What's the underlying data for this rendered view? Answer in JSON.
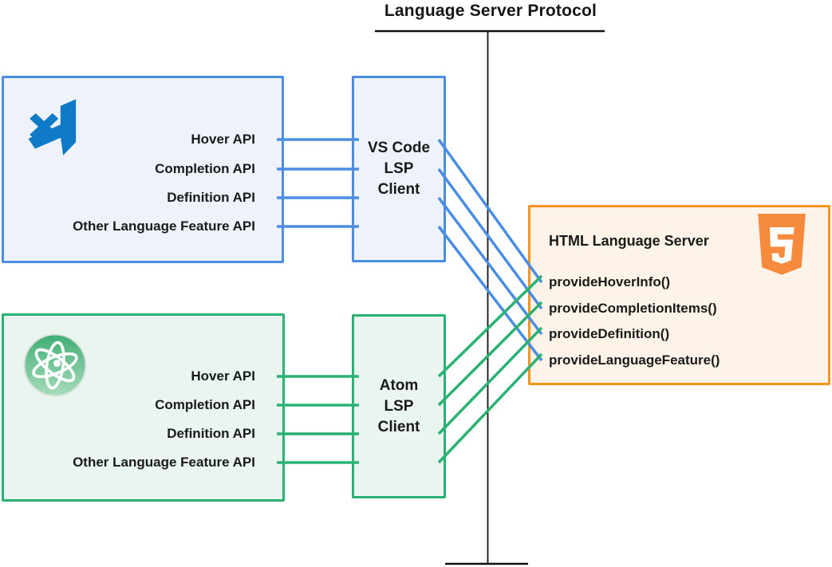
{
  "diagram_title": "Language Server Protocol",
  "colors": {
    "vscode_blue_border": "#4a8de2",
    "vscode_fill": "#eef3fb",
    "atom_green_border": "#2bb273",
    "atom_fill": "#e9f5ee",
    "server_orange_border": "#f7941e",
    "server_fill": "#fdf3e8",
    "vscode_logo_blue": "#0e7ac8",
    "html5_logo_orange": "#f68b3d",
    "boundary_line_black": "#111111"
  },
  "editors": [
    {
      "name": "VS Code",
      "logo_icon": "vscode-logo",
      "apis": [
        "Hover API",
        "Completion API",
        "Definition API",
        "Other Language Feature API"
      ],
      "client": {
        "lines": [
          "VS Code",
          "LSP",
          "Client"
        ]
      }
    },
    {
      "name": "Atom",
      "logo_icon": "atom-logo",
      "apis": [
        "Hover API",
        "Completion API",
        "Definition API",
        "Other Language Feature API"
      ],
      "client": {
        "lines": [
          "Atom",
          "LSP",
          "Client"
        ]
      }
    }
  ],
  "server": {
    "title": "HTML Language Server",
    "logo_icon": "html5-logo",
    "methods": [
      "provideHoverInfo()",
      "provideCompletionItems()",
      "provideDefinition()",
      "provideLanguageFeature()"
    ]
  }
}
